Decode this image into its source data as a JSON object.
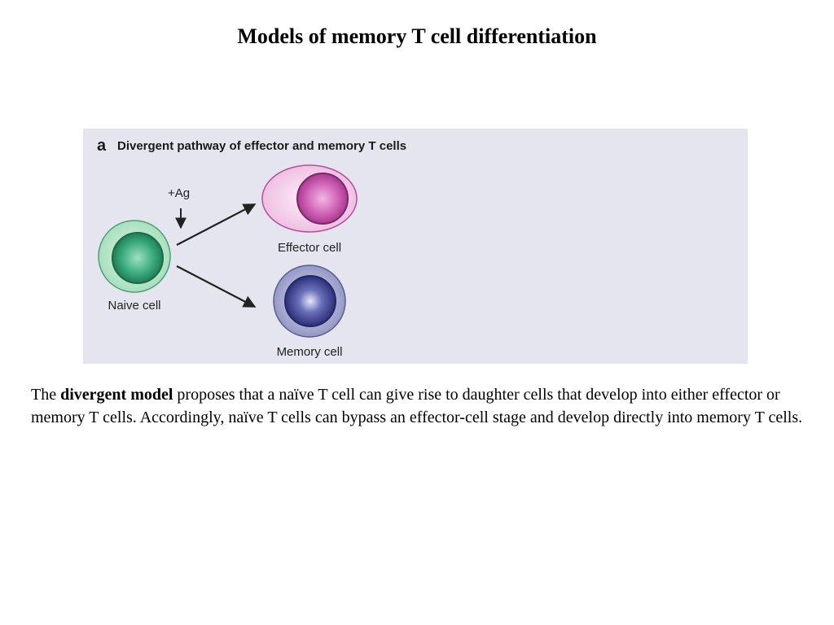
{
  "slide": {
    "title": "Models of memory T cell differentiation"
  },
  "figure": {
    "panel_letter": "a",
    "panel_heading": "Divergent pathway of effector and memory T cells",
    "antigen_label": "+Ag",
    "naive_label": "Naive cell",
    "effector_label": "Effector cell",
    "memory_label": "Memory cell",
    "colors": {
      "panel_background": "#e5e5ef",
      "naive_outer": "#bfe9cf",
      "naive_nucleus": "#2f9a6c",
      "effector_outer": "#f6d3ee",
      "effector_nucleus": "#c24ca7",
      "memory_outer": "#a9acce",
      "memory_nucleus": "#3a3f8f",
      "arrow": "#222222"
    }
  },
  "caption": {
    "lead": "The ",
    "emphasis": "divergent model",
    "rest": " proposes that a naïve T cell can give rise to daughter cells that develop into either effector or memory T cells.  Accordingly, naïve T cells can bypass an effector-cell stage and develop directly into memory T cells."
  }
}
